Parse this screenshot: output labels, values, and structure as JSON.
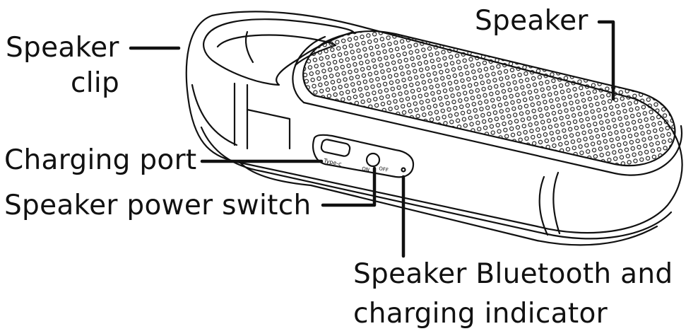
{
  "labels": {
    "speaker": "Speaker",
    "speaker_clip_line1": "Speaker",
    "speaker_clip_line2": "clip",
    "charging_port": "Charging port",
    "power_switch": "Speaker power switch",
    "indicator_line1": "Speaker Bluetooth and",
    "indicator_line2": "charging indicator"
  },
  "device_markings": {
    "port_label": "Type-c",
    "switch_off": "OFF",
    "switch_on": "ON"
  },
  "colors": {
    "ink": "#111111",
    "background": "#ffffff"
  }
}
